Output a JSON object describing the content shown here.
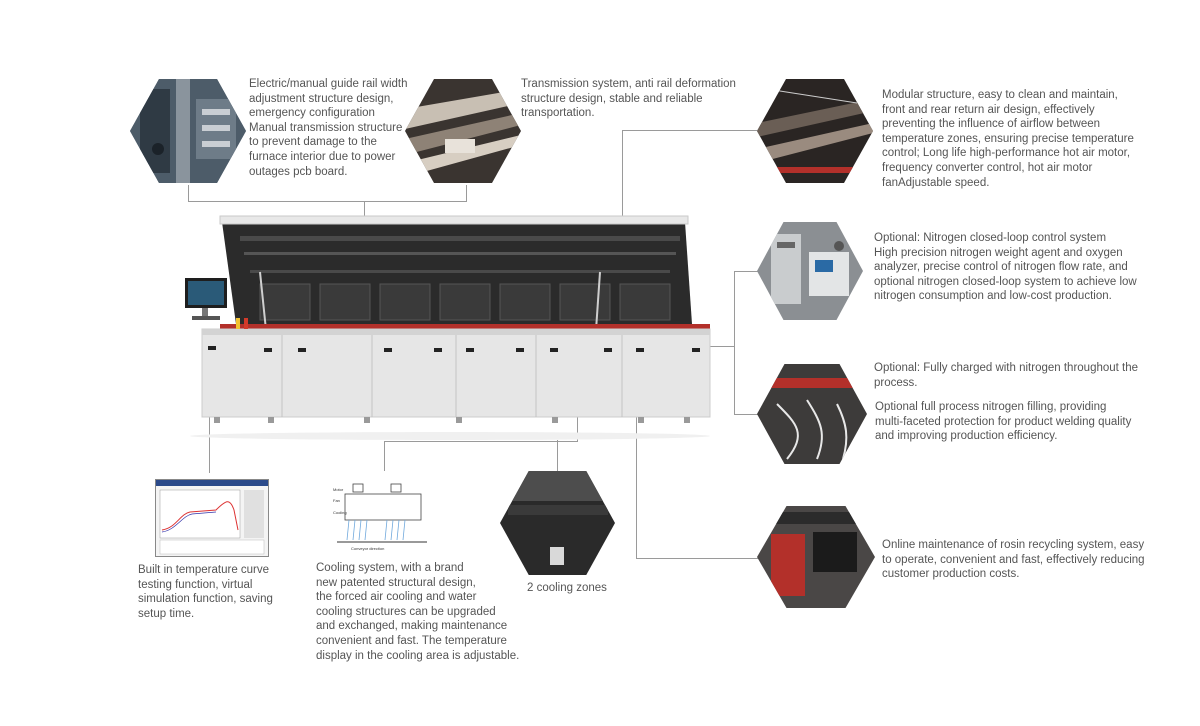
{
  "features": {
    "guide_rail": "Electric/manual guide rail width\nadjustment structure design,\nemergency configuration\nManual transmission structure\nto prevent damage to the\nfurnace interior due to power\noutages pcb board.",
    "transmission": "Transmission system, anti rail deformation\nstructure design, stable and reliable\ntransportation.",
    "modular": "Modular structure, easy to clean and maintain,\nfront and rear return air design, effectively\npreventing the influence of airflow between\ntemperature zones, ensuring precise temperature\ncontrol; Long life high-performance hot air motor,\nfrequency converter control, hot air motor\nfanAdjustable speed.",
    "nitrogen_closed_loop": "Optional: Nitrogen closed-loop control system\nHigh precision nitrogen weight agent and oxygen\nanalyzer, precise control of nitrogen flow rate, and\noptional nitrogen closed-loop system to achieve low\nnitrogen consumption and low-cost production.",
    "nitrogen_full_title": "Optional: Fully charged with nitrogen throughout the\nprocess.",
    "nitrogen_full_body": "Optional full process nitrogen filling, providing\nmulti-faceted protection for product welding quality\nand improving production efficiency.",
    "rosin": "Online maintenance of rosin recycling system, easy\nto operate, convenient and fast, effectively reducing\ncustomer production costs.",
    "temp_curve": "Built in temperature curve\ntesting function, virtual\nsimulation function, saving\nsetup time.",
    "cooling_system": "Cooling system, with a brand\nnew patented structural design,\nthe forced air cooling and water\ncooling structures can be upgraded\nand exchanged, making maintenance\nconvenient and fast. The temperature\ndisplay in the cooling area is adjustable.",
    "cooling_zones": "2 cooling zones"
  },
  "cooling_diagram": {
    "label_motor": "Motor",
    "label_fan": "Fan",
    "label_cooling": "Cooling",
    "label_conveyor": "Conveyor direction"
  },
  "colors": {
    "machine_body": "#e6e6e6",
    "lid_dark": "#2b2b2b",
    "accent_red": "#b3302a",
    "leader_line": "#9a9a9a",
    "text": "#555555"
  }
}
